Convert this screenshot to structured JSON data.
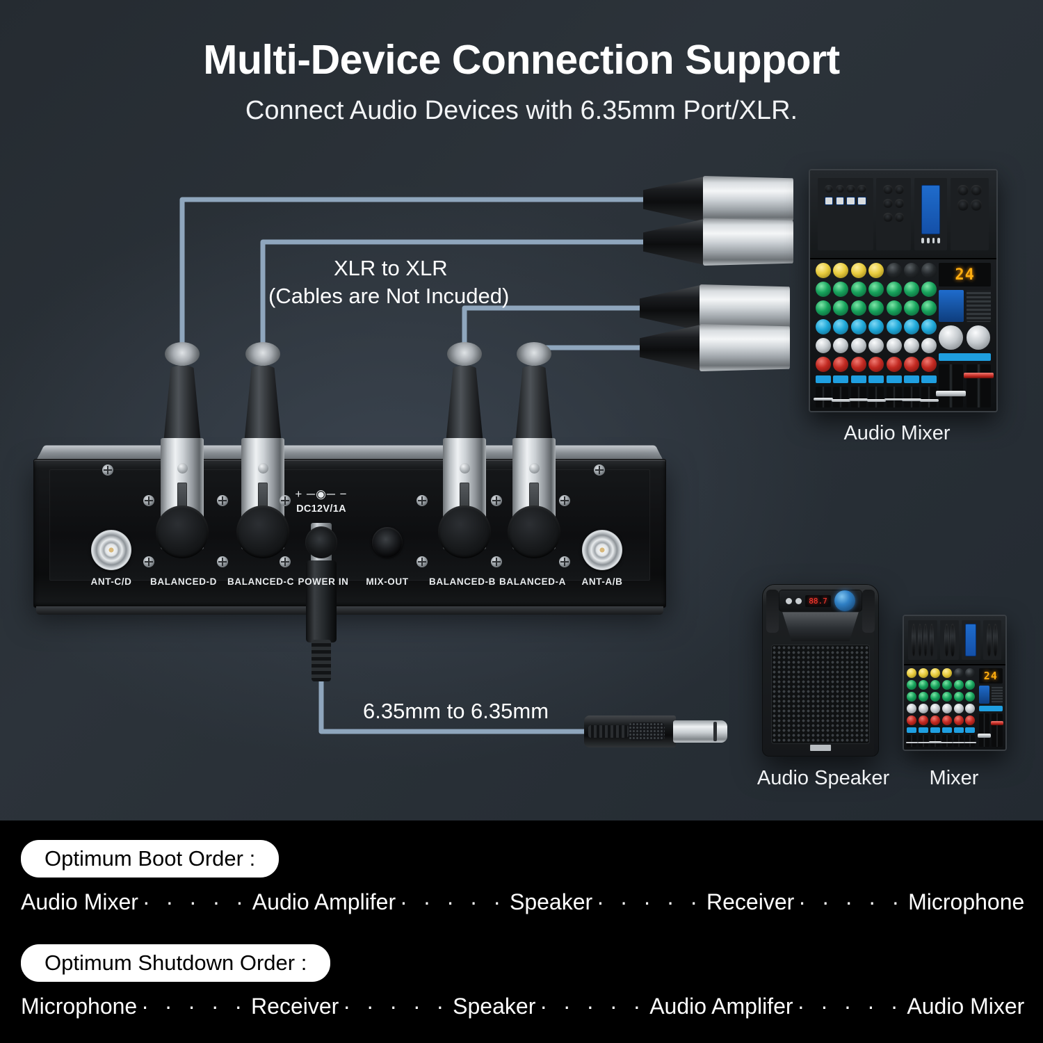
{
  "header": {
    "title": "Multi-Device Connection Support",
    "subtitle": "Connect Audio Devices with 6.35mm Port/XLR."
  },
  "annotations": {
    "xlr_label_line1": "XLR to XLR",
    "xlr_label_line2": "(Cables are Not Incuded)",
    "jack_label": "6.35mm to 6.35mm"
  },
  "receiver": {
    "dc_symbol": "+ ─◉─ −",
    "dc_rating": "DC12V/1A",
    "ports": [
      {
        "id": "ant-cd",
        "label": "ANT-C/D"
      },
      {
        "id": "balanced-d",
        "label": "BALANCED-D"
      },
      {
        "id": "balanced-c",
        "label": "BALANCED-C"
      },
      {
        "id": "power-in",
        "label": "POWER IN"
      },
      {
        "id": "mix-out",
        "label": "MIX-OUT"
      },
      {
        "id": "balanced-b",
        "label": "BALANCED-B"
      },
      {
        "id": "balanced-a",
        "label": "BALANCED-A"
      },
      {
        "id": "ant-ab",
        "label": "ANT-A/B"
      }
    ]
  },
  "devices": {
    "mixer_top_caption": "Audio Mixer",
    "speaker_caption": "Audio Speaker",
    "mixer_small_caption": "Mixer",
    "mixer_led_value": "24",
    "speaker_led_value": "88.7"
  },
  "boot_order": {
    "pill_label": "Optimum Boot Order :",
    "sequence": [
      "Audio Mixer",
      "Audio Amplifer",
      "Speaker",
      "Receiver",
      "Microphone"
    ],
    "separator": "· · · · ·"
  },
  "shutdown_order": {
    "pill_label": "Optimum Shutdown Order :",
    "sequence": [
      "Microphone",
      "Receiver",
      "Speaker",
      "Audio Amplifer",
      "Audio Mixer"
    ],
    "separator": "· · · · ·"
  },
  "colors": {
    "cable": "#8fa6bd",
    "background_top": "#2c333a",
    "background_bottom": "#000000",
    "accent_led": "#ffae10",
    "knob_cyan": "#1fa8d8",
    "knob_red": "#c22a22",
    "knob_green": "#17a35c"
  }
}
